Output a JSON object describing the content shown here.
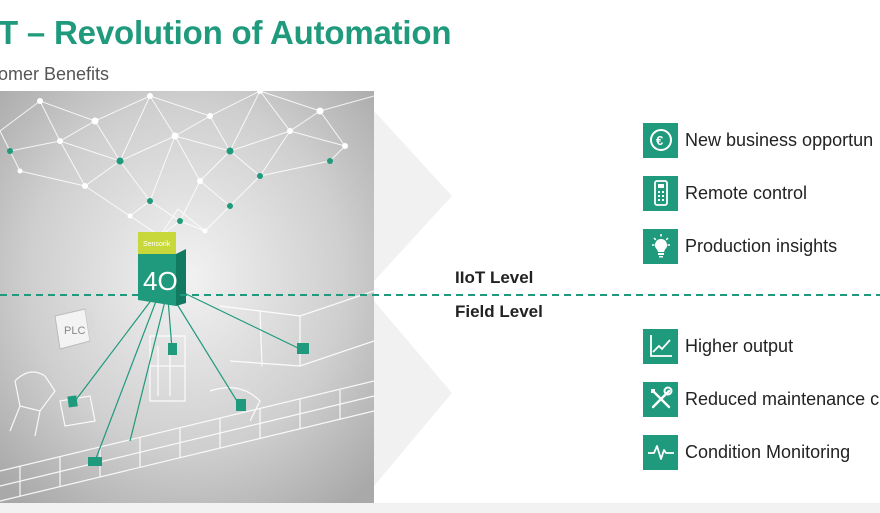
{
  "header": {
    "title": "T – Revolution of Automation",
    "subtitle": "omer Benefits"
  },
  "illustration": {
    "device_label": "Sensorik",
    "badge_text": "4O",
    "plc_label": "PLC"
  },
  "levels": {
    "upper": "IIoT Level",
    "lower": "Field Level"
  },
  "iiot_benefits": [
    {
      "label": "New business opportun",
      "icon": "euro-coin-icon"
    },
    {
      "label": "Remote control",
      "icon": "remote-control-icon"
    },
    {
      "label": "Production insights",
      "icon": "lightbulb-icon"
    }
  ],
  "field_benefits": [
    {
      "label": "Higher output",
      "icon": "trend-chart-icon"
    },
    {
      "label": "Reduced maintenance c",
      "icon": "wrench-screwdriver-icon"
    },
    {
      "label": "Condition Monitoring",
      "icon": "heartbeat-icon"
    }
  ],
  "colors": {
    "accent": "#1f9a7c",
    "lime": "#c8d83a",
    "illustration_bg": "#c8c8c8"
  }
}
